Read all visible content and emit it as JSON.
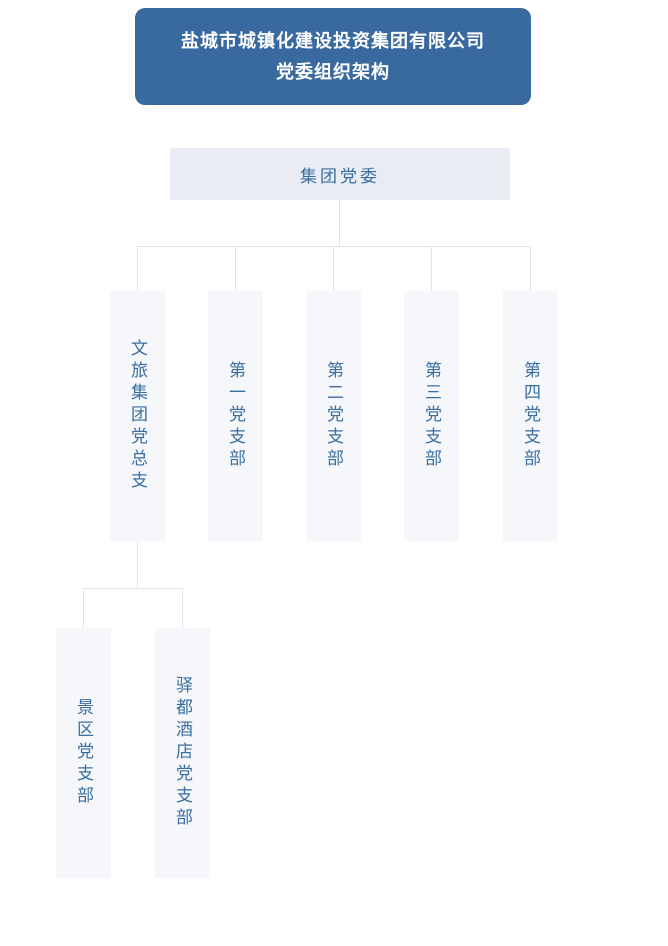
{
  "header": {
    "line1": "盐城市城镇化建设投资集团有限公司",
    "line2": "党委组织架构"
  },
  "org": {
    "root": {
      "label": "集团党委"
    },
    "branches": [
      {
        "label": "文旅集团党总支",
        "children": [
          {
            "label": "景区党支部"
          },
          {
            "label": "驿都酒店党支部"
          }
        ]
      },
      {
        "label": "第一党支部"
      },
      {
        "label": "第二党支部"
      },
      {
        "label": "第三党支部"
      },
      {
        "label": "第四党支部"
      }
    ]
  },
  "colors": {
    "banner_bg": "#38699f",
    "banner_text": "#ffffff",
    "root_bg": "#e9edf3",
    "node_bg": "#f5f7fb",
    "node_text": "#3a6ea0",
    "connector": "#e0e4ec"
  }
}
